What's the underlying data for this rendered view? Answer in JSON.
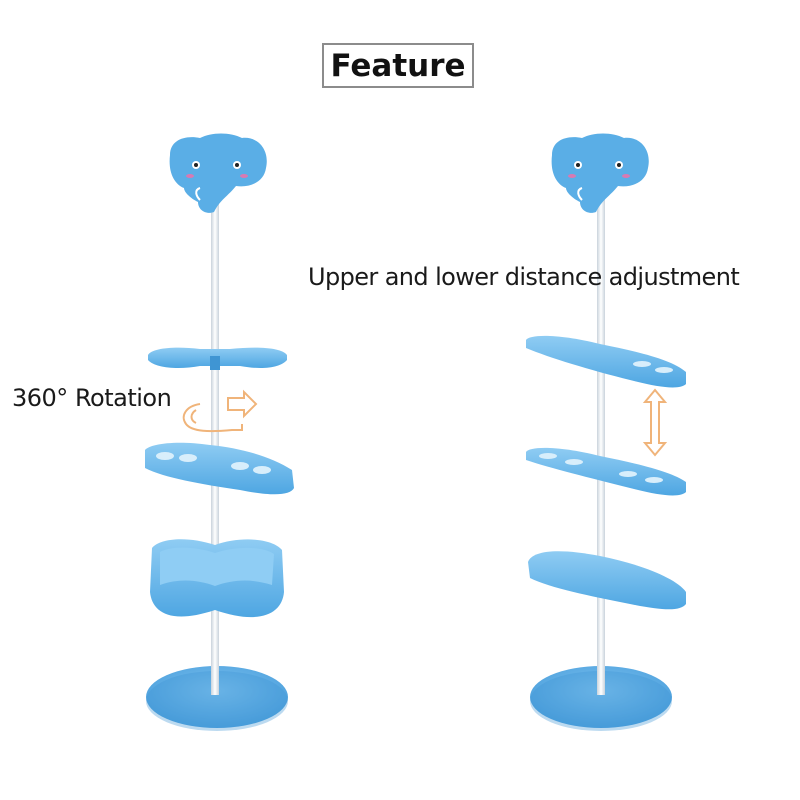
{
  "heading": "Feature",
  "annotations": {
    "rotation": "360° Rotation",
    "distance": "Upper and lower distance adjustment"
  },
  "colors": {
    "rack_blue": "#5aaee6",
    "rack_blue_dark": "#3f95d3",
    "pole_white": "#f4f7fa",
    "arrow_orange": "#f0b47a"
  },
  "icons": {
    "rotate_arrow": "rotate-arrow-icon",
    "vertical_arrow": "double-vertical-arrow-icon"
  }
}
